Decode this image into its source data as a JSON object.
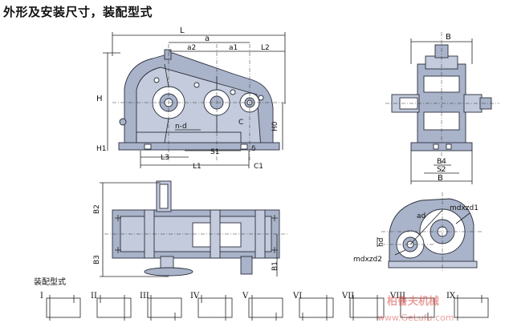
{
  "title": "外形及安装尺寸，装配型式",
  "assembly_label": "装配型式",
  "front_view": {
    "labels": {
      "L": "L",
      "a": "a",
      "a2": "a2",
      "a1": "a1",
      "L2": "L2",
      "H": "H",
      "H1": "H1",
      "H0": "H0",
      "n_d": "n-d",
      "C": "C",
      "S1": "S1",
      "delta": "δ",
      "L3": "L3",
      "L1": "L1",
      "C1": "C1"
    }
  },
  "side_view": {
    "labels": {
      "B_top": "B",
      "B4": "B4",
      "S2": "S2",
      "B_bottom": "B"
    }
  },
  "plan_view": {
    "labels": {
      "B2": "B2",
      "B3": "B3",
      "B1": "B1"
    }
  },
  "shaft_detail": {
    "labels": {
      "ad": "ad",
      "mdxzd1": "mdxzd1",
      "mdxzd2": "mdxzd2",
      "hd": "hd"
    }
  },
  "assembly_types": [
    "I",
    "II",
    "III",
    "IV",
    "V",
    "VI",
    "VII",
    "VIII",
    "IX"
  ],
  "watermark": {
    "text": "柏鲁夫机械",
    "url": "www.GeLufu.com"
  }
}
